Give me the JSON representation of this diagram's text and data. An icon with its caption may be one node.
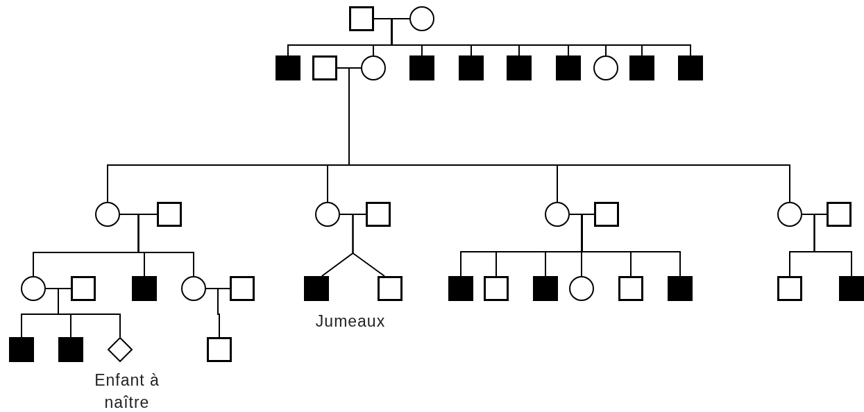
{
  "diagram": {
    "nodes": [
      {
        "text": [],
        "shape": "square"
      },
      {
        "text": [],
        "shape": "circle"
      },
      {
        "text": [],
        "shape": "block"
      },
      {
        "text": [],
        "shape": "square"
      },
      {
        "text": [],
        "shape": "circle"
      },
      {
        "text": [],
        "shape": "block"
      },
      {
        "text": [],
        "shape": "block"
      },
      {
        "text": [],
        "shape": "block"
      },
      {
        "text": [],
        "shape": "block"
      },
      {
        "text": [],
        "shape": "circle"
      },
      {
        "text": [],
        "shape": "block"
      },
      {
        "text": [],
        "shape": "block"
      },
      {
        "text": [],
        "shape": "circle"
      },
      {
        "text": [],
        "shape": "square"
      },
      {
        "text": [],
        "shape": "circle"
      },
      {
        "text": [],
        "shape": "square"
      },
      {
        "text": [],
        "shape": "circle"
      },
      {
        "text": [],
        "shape": "square"
      },
      {
        "text": [],
        "shape": "circle"
      },
      {
        "text": [],
        "shape": "square"
      },
      {
        "text": [],
        "shape": "circle"
      },
      {
        "text": [],
        "shape": "square"
      },
      {
        "text": [],
        "shape": "block"
      },
      {
        "text": [],
        "shape": "circle"
      },
      {
        "text": [],
        "shape": "square"
      },
      {
        "text": [],
        "shape": "block"
      },
      {
        "text": [],
        "shape": "square"
      },
      {
        "text": [],
        "shape": "block"
      },
      {
        "text": [],
        "shape": "square"
      },
      {
        "text": [],
        "shape": "block"
      },
      {
        "text": [],
        "shape": "circle"
      },
      {
        "text": [],
        "shape": "square"
      },
      {
        "text": [],
        "shape": "block"
      },
      {
        "text": [],
        "shape": "square"
      },
      {
        "text": [],
        "shape": "block"
      },
      {
        "text": [],
        "shape": "block"
      },
      {
        "text": [],
        "shape": "block"
      },
      {
        "text": [],
        "shape": "diamond",
        "beside": [
          "Enfant à naître"
        ]
      },
      {
        "text": [],
        "shape": "square"
      }
    ],
    "edges": [
      {
        "from": 0,
        "to": 1,
        "arrow": "none"
      },
      {
        "from": 1,
        "to": 2,
        "arrow": "none"
      },
      {
        "from": 1,
        "to": 4,
        "arrow": "none"
      },
      {
        "from": 1,
        "to": 5,
        "arrow": "none"
      },
      {
        "from": 1,
        "to": 6,
        "arrow": "none"
      },
      {
        "from": 1,
        "to": 7,
        "arrow": "none"
      },
      {
        "from": 1,
        "to": 8,
        "arrow": "none"
      },
      {
        "from": 1,
        "to": 9,
        "arrow": "none"
      },
      {
        "from": 1,
        "to": 10,
        "arrow": "none"
      },
      {
        "from": 1,
        "to": 11,
        "arrow": "none"
      },
      {
        "from": 3,
        "to": 4,
        "arrow": "none"
      },
      {
        "from": 4,
        "to": 12,
        "arrow": "none"
      },
      {
        "from": 4,
        "to": 14,
        "arrow": "none"
      },
      {
        "from": 4,
        "to": 16,
        "arrow": "none"
      },
      {
        "from": 4,
        "to": 18,
        "arrow": "none"
      },
      {
        "from": 12,
        "to": 13,
        "arrow": "none"
      },
      {
        "from": 14,
        "to": 15,
        "arrow": "none"
      },
      {
        "from": 16,
        "to": 17,
        "arrow": "none"
      },
      {
        "from": 18,
        "to": 19,
        "arrow": "none"
      },
      {
        "from": 12,
        "to": 20,
        "arrow": "none"
      },
      {
        "from": 12,
        "to": 22,
        "arrow": "none"
      },
      {
        "from": 12,
        "to": 23,
        "arrow": "none"
      },
      {
        "from": 14,
        "to": 25,
        "arrow": "none"
      },
      {
        "from": 14,
        "to": 26,
        "arrow": "none"
      },
      {
        "from": 16,
        "to": 27,
        "arrow": "none"
      },
      {
        "from": 16,
        "to": 28,
        "arrow": "none"
      },
      {
        "from": 16,
        "to": 29,
        "arrow": "none"
      },
      {
        "from": 16,
        "to": 30,
        "arrow": "none"
      },
      {
        "from": 16,
        "to": 31,
        "arrow": "none"
      },
      {
        "from": 16,
        "to": 32,
        "arrow": "none"
      },
      {
        "from": 18,
        "to": 33,
        "arrow": "none"
      },
      {
        "from": 18,
        "to": 34,
        "arrow": "none"
      },
      {
        "from": 20,
        "to": 21,
        "arrow": "none"
      },
      {
        "from": 23,
        "to": 24,
        "arrow": "none"
      },
      {
        "from": 20,
        "to": 35,
        "arrow": "none"
      },
      {
        "from": 20,
        "to": 36,
        "arrow": "none"
      },
      {
        "from": 20,
        "to": 37,
        "arrow": "none"
      },
      {
        "from": 23,
        "to": 38,
        "arrow": "none"
      }
    ],
    "labels": [
      "Jumeaux"
    ]
  }
}
